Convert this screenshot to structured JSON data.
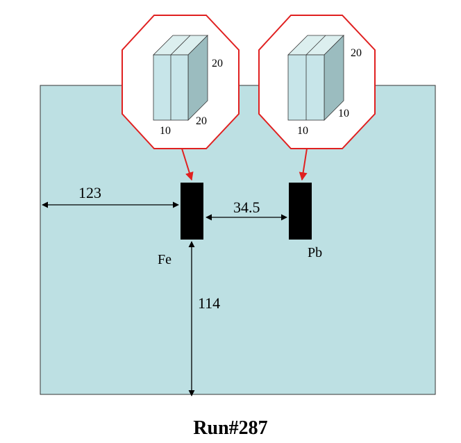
{
  "run_label": "Run#287",
  "colors": {
    "pool": "#bde0e3",
    "pool_border": "#333333",
    "octagon": "#e02020",
    "block_front": "#c7e5e9",
    "block_top": "#dcefef",
    "block_side": "#9bbcbf",
    "target": "#000000",
    "arrow": "#000000",
    "callout_arrow": "#e02020"
  },
  "targets": [
    {
      "material": "Fe",
      "block_dims": {
        "height": "20",
        "depth": "20",
        "width": "10"
      }
    },
    {
      "material": "Pb",
      "block_dims": {
        "height": "20",
        "depth": "10",
        "width": "10"
      }
    }
  ],
  "dimensions": {
    "wall_to_fe": "123",
    "fe_to_pb": "34.5",
    "fe_to_bottom": "114"
  }
}
